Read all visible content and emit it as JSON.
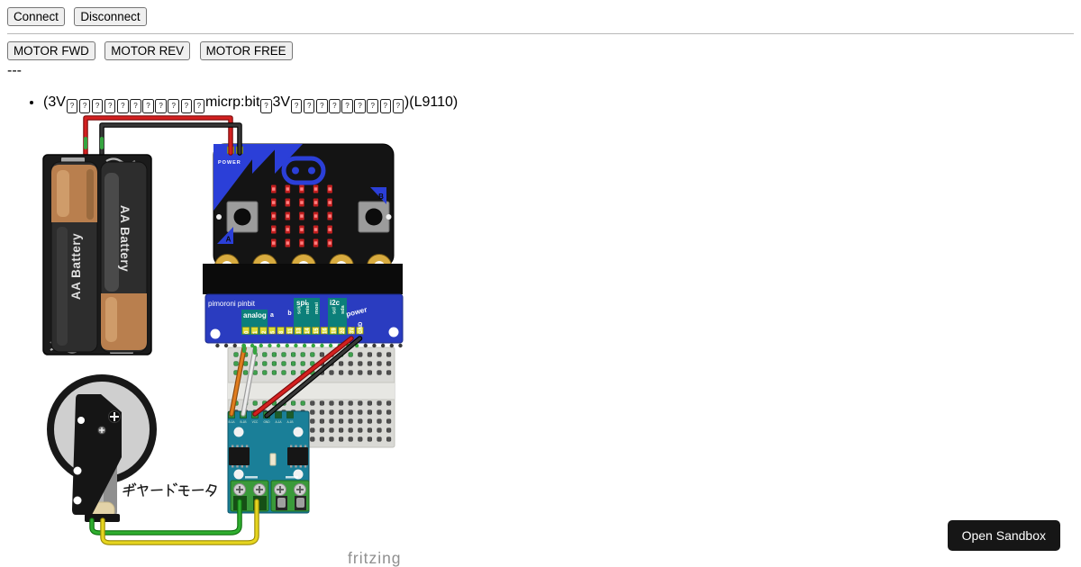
{
  "toolbar": {
    "connect_label": "Connect",
    "disconnect_label": "Disconnect",
    "motor_fwd_label": "MOTOR FWD",
    "motor_rev_label": "MOTOR REV",
    "motor_free_label": "MOTOR FREE"
  },
  "status_text": "---",
  "note": {
    "tofu_char": "?",
    "bullet_segments": [
      {
        "type": "text",
        "value": "(3V"
      },
      {
        "type": "tofu",
        "count": 11
      },
      {
        "type": "text",
        "value": "micrp:bit"
      },
      {
        "type": "tofu",
        "count": 1
      },
      {
        "type": "text",
        "value": "3V"
      },
      {
        "type": "tofu",
        "count": 9
      },
      {
        "type": "text",
        "value": ")(L9110)"
      }
    ]
  },
  "diagram": {
    "battery": {
      "label_left": "AA Battery",
      "label_right": "AA Battery"
    },
    "microbit": {
      "power_label": "POWER",
      "button_a_label": "A",
      "button_b_label": "B"
    },
    "pinbit": {
      "title": "pimoroni pinbit",
      "group_analog": "analog",
      "group_spi": "spi",
      "group_i2c": "i2c",
      "group_power": "power",
      "hint_a": "a",
      "hint_b": "b",
      "pins": [
        "0",
        "1",
        "2",
        "5",
        "8",
        "11",
        "13",
        "14",
        "15",
        "16",
        "19",
        "20",
        "3V",
        "GND"
      ],
      "sub_labels": [
        "sck",
        "miso",
        "mosi",
        "scl",
        "sda"
      ]
    },
    "driver": {
      "pin_labels": [
        "B-1A",
        "B-1B",
        "VCC",
        "GND",
        "A-1A",
        "A-1B"
      ]
    },
    "motor_label": "ギヤードモータ",
    "watermark": "fritzing",
    "colors": {
      "wire_red": "#d42020",
      "wire_black": "#383838",
      "wire_orange": "#e07c1e",
      "wire_white": "#ececec",
      "wire_green": "#2fae2f",
      "wire_yellow": "#e6d51f",
      "microbit_blue": "#2b3fd8",
      "pinbit_blue": "#2a3cc0",
      "driver_teal": "#1a7f98",
      "terminal_green": "#3a9a3a",
      "gold": "#d8ab3f",
      "led_red": "#c31f1f"
    }
  },
  "sandbox": {
    "button_label": "Open Sandbox"
  }
}
